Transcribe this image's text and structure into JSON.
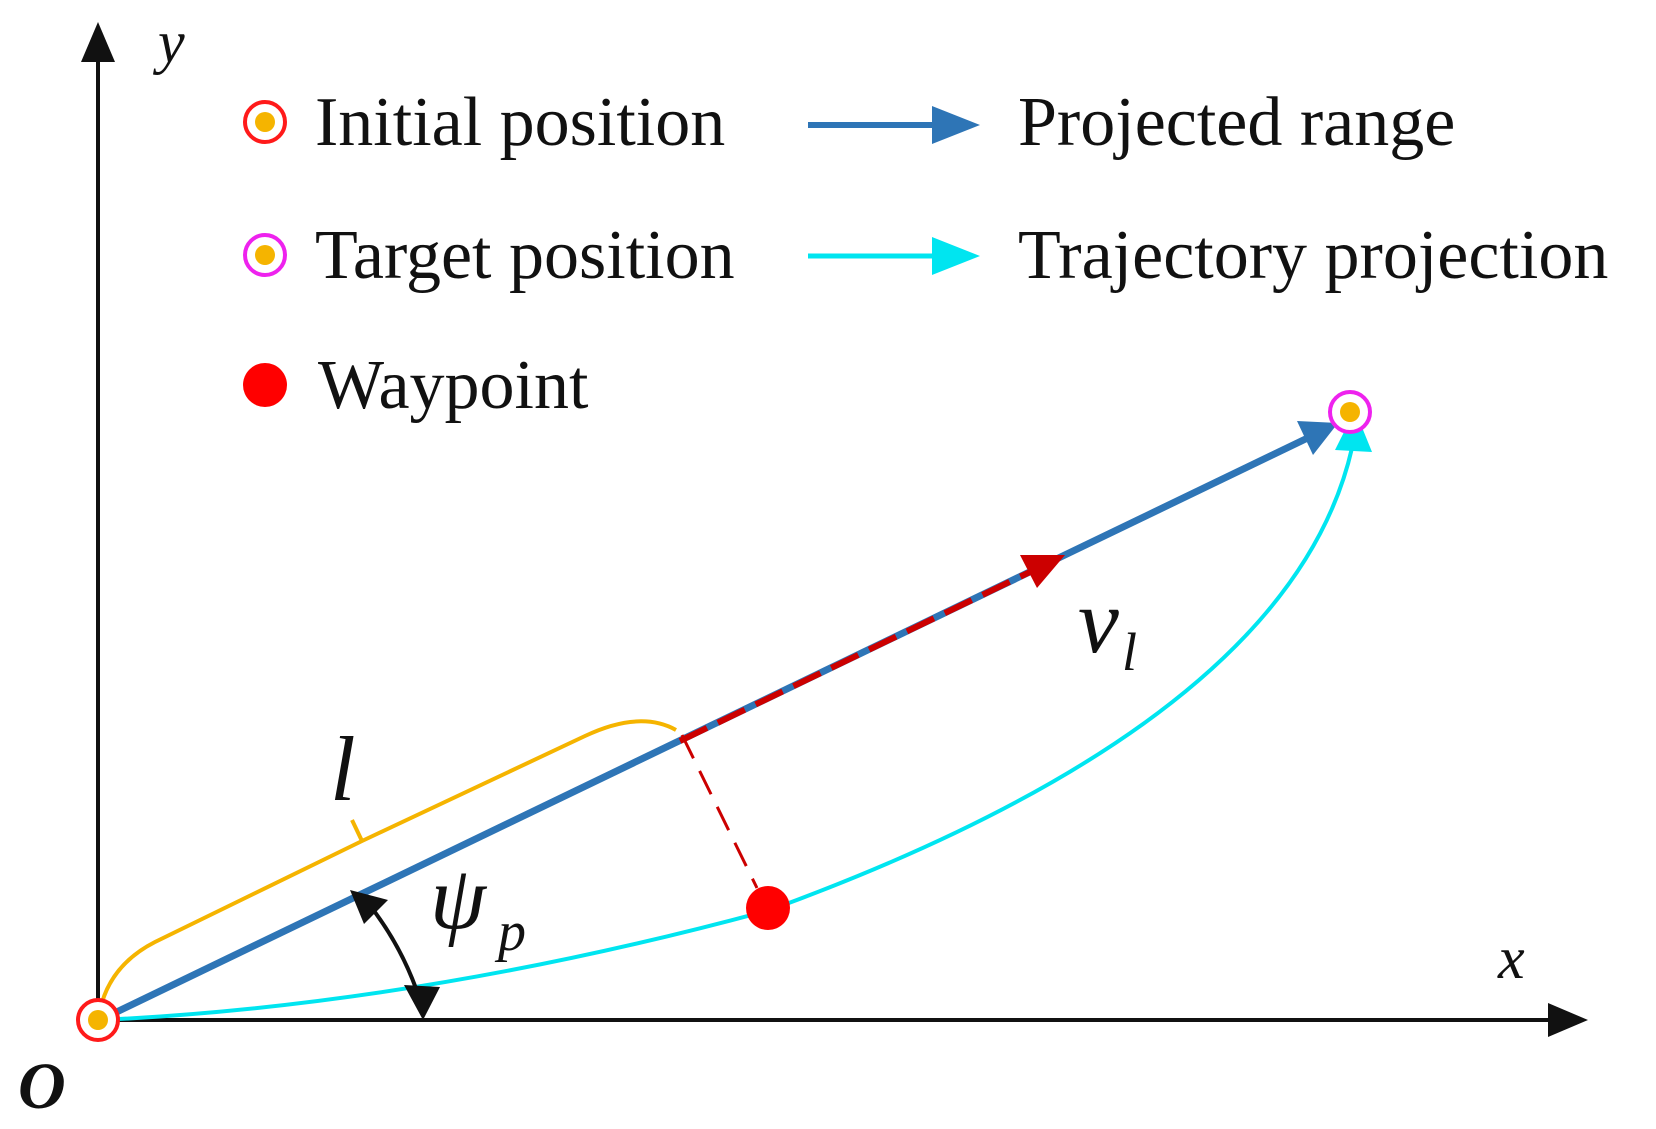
{
  "legend": {
    "initial_position": "Initial position",
    "target_position": "Target position",
    "waypoint": "Waypoint",
    "projected_range": "Projected range",
    "trajectory_projection": "Trajectory projection"
  },
  "axes": {
    "x_label": "x",
    "y_label": "y",
    "origin_label": "O"
  },
  "symbols": {
    "length": "l",
    "velocity_main": "v",
    "velocity_sub": "l",
    "angle_main": "ψ",
    "angle_sub": "p"
  },
  "colors": {
    "projected_range": "#2e75b6",
    "trajectory_projection": "#00e5f0",
    "waypoint": "#ff0000",
    "initial_ring": "#ff1a1a",
    "target_ring": "#ee22ee",
    "marker_fill": "#f5b400",
    "length_bracket": "#f5b400",
    "velocity_segment": "#cc0000",
    "axis": "#111111"
  }
}
